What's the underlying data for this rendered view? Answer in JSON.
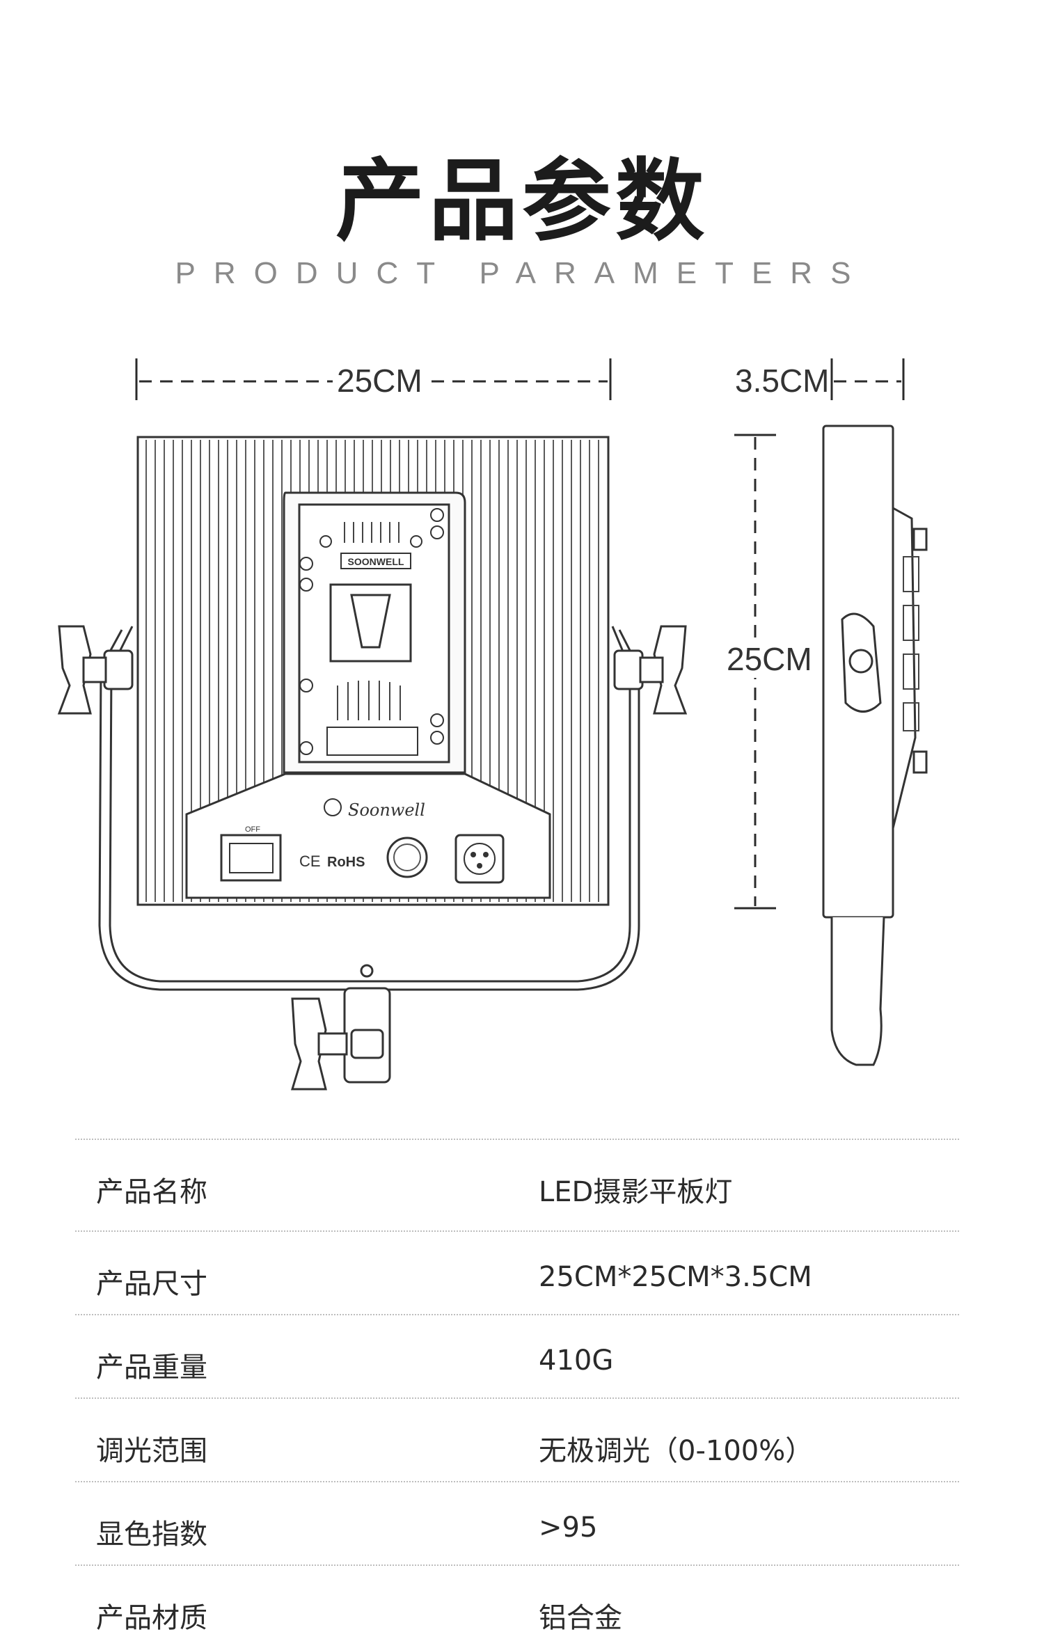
{
  "header": {
    "title": "产品参数",
    "subtitle": "PRODUCT PARAMETERS"
  },
  "dimensions": {
    "width": "25CM",
    "depth": "3.5CM",
    "height": "25CM"
  },
  "panel_labels": {
    "brand_tag": "SOONWELL",
    "logo_text": "Soonwell",
    "switch_label": "OFF",
    "ce_mark": "CE",
    "rohs_mark": "RoHS"
  },
  "specs": [
    {
      "label": "产品名称",
      "value": "LED摄影平板灯"
    },
    {
      "label": "产品尺寸",
      "value": "25CM*25CM*3.5CM"
    },
    {
      "label": "产品重量",
      "value": "410G"
    },
    {
      "label": "调光范围",
      "value": "无极调光（0-100%）"
    },
    {
      "label": "显色指数",
      "value": ">95"
    },
    {
      "label": "产品材质",
      "value": "铝合金"
    }
  ]
}
